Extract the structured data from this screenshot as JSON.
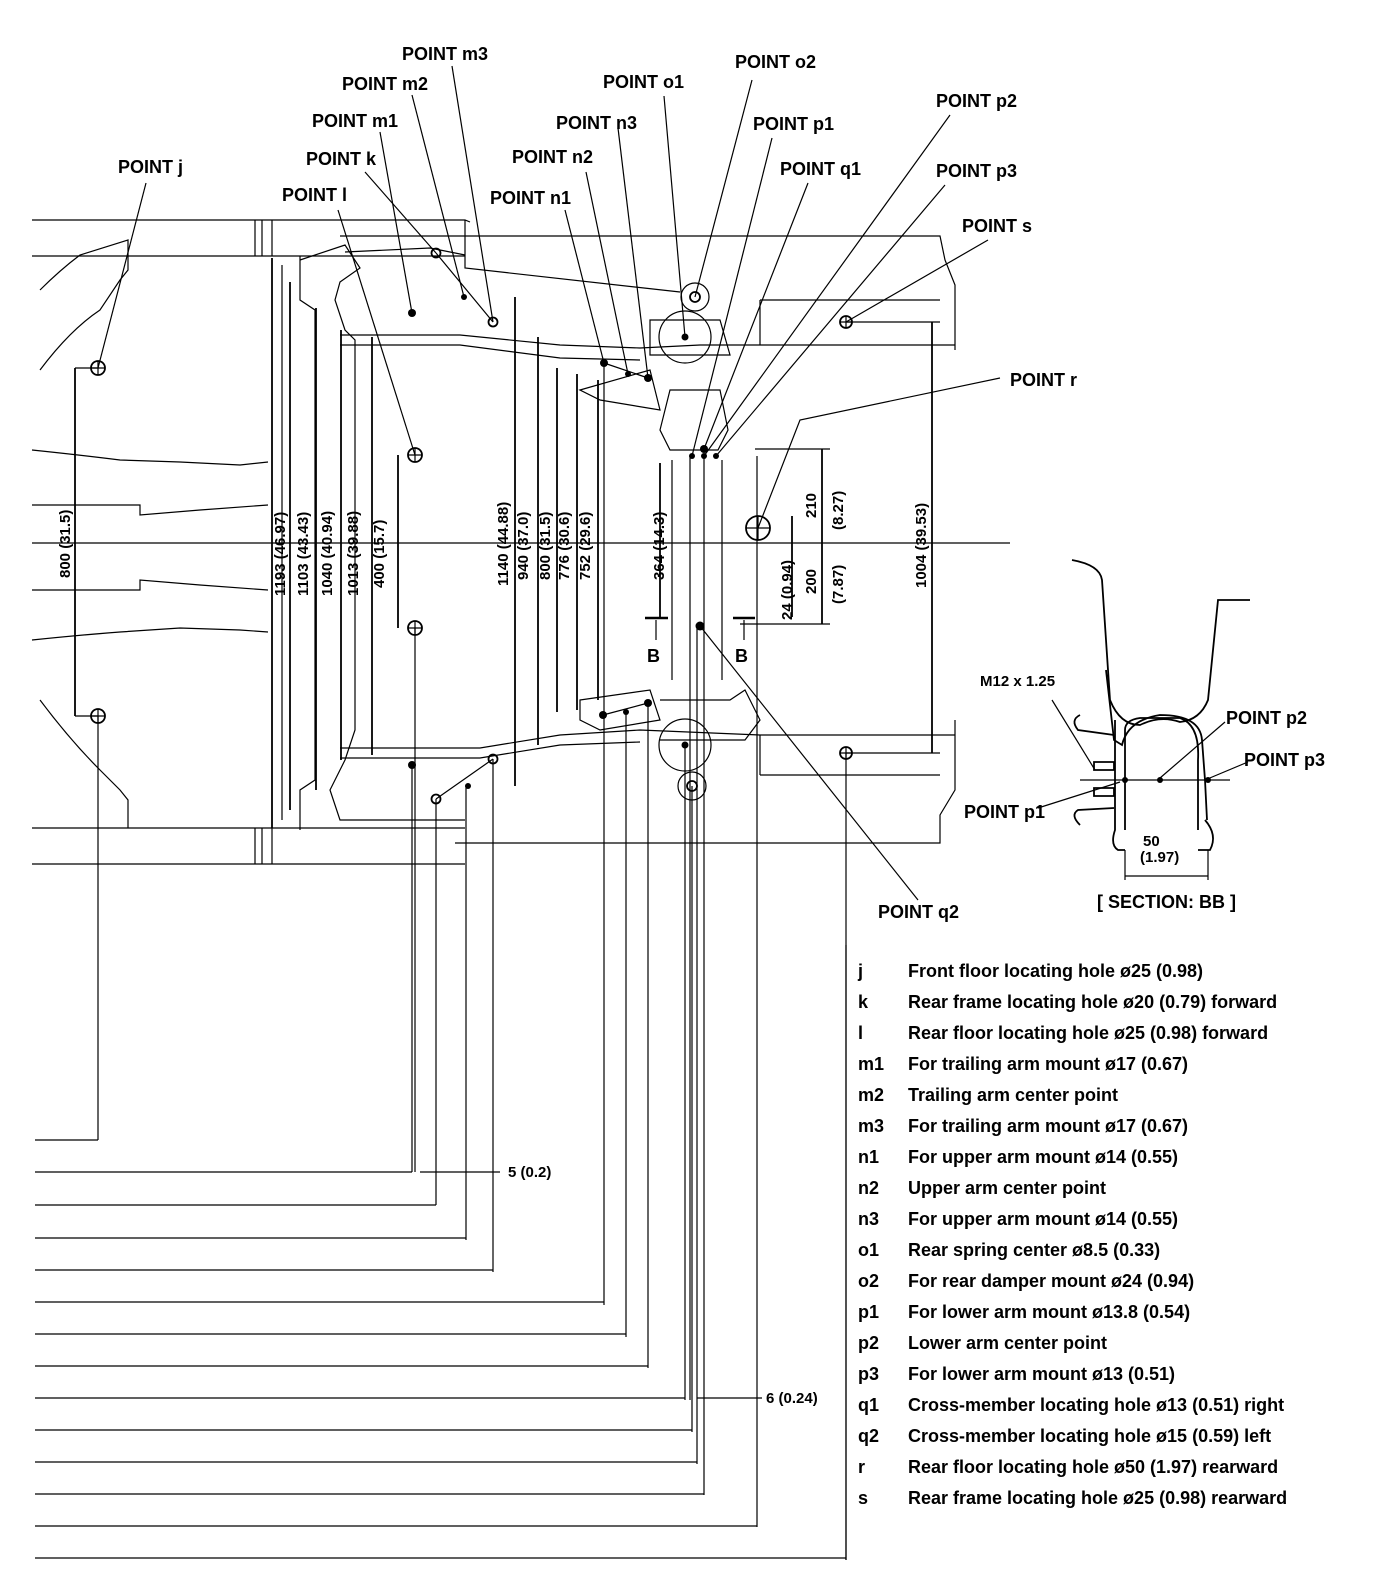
{
  "diagram": {
    "type": "frame dimension diagram (rear underbody)",
    "point_labels": {
      "j": "POINT j",
      "k": "POINT k",
      "l": "POINT l",
      "m1": "POINT m1",
      "m2": "POINT m2",
      "m3": "POINT m3",
      "n1": "POINT n1",
      "n2": "POINT n2",
      "n3": "POINT n3",
      "o1": "POINT o1",
      "o2": "POINT o2",
      "p1": "POINT p1",
      "p2": "POINT p2",
      "p3": "POINT p3",
      "q1": "POINT q1",
      "q2": "POINT q2",
      "r": "POINT r",
      "s": "POINT s"
    },
    "vertical_dimensions": [
      {
        "id": "d800a",
        "text": "800 (31.5)"
      },
      {
        "id": "d1193",
        "text": "1193 (46.97)"
      },
      {
        "id": "d1103",
        "text": "1103 (43.43)"
      },
      {
        "id": "d1040",
        "text": "1040 (40.94)"
      },
      {
        "id": "d1013",
        "text": "1013 (39.88)"
      },
      {
        "id": "d400",
        "text": "400 (15.7)"
      },
      {
        "id": "d1140",
        "text": "1140 (44.88)"
      },
      {
        "id": "d940",
        "text": "940 (37.0)"
      },
      {
        "id": "d800b",
        "text": "800 (31.5)"
      },
      {
        "id": "d776",
        "text": "776 (30.6)"
      },
      {
        "id": "d752",
        "text": "752 (29.6)"
      },
      {
        "id": "d364",
        "text": "364 (14.3)"
      },
      {
        "id": "d24",
        "text": "24 (0.94)"
      },
      {
        "id": "d210",
        "text": "210"
      },
      {
        "id": "d210in",
        "text": "(8.27)"
      },
      {
        "id": "d200",
        "text": "200"
      },
      {
        "id": "d200in",
        "text": "(7.87)"
      },
      {
        "id": "d1004",
        "text": "1004 (39.53)"
      }
    ],
    "horizontal_dimensions": {
      "offset_5": "5 (0.2)",
      "offset_6": "6 (0.24)"
    },
    "section_marks": {
      "left": "B",
      "right": "B"
    },
    "section": {
      "title": "[ SECTION: BB ]",
      "thread": "M12 x 1.25",
      "width_mm": "50",
      "width_in": "(1.97)",
      "p1": "POINT p1",
      "p2": "POINT p2",
      "p3": "POINT p3"
    }
  },
  "legend": [
    {
      "key": "j",
      "desc": "Front floor locating hole ø25 (0.98)"
    },
    {
      "key": "k",
      "desc": "Rear frame locating hole ø20 (0.79) forward"
    },
    {
      "key": "l",
      "desc": "Rear floor locating hole ø25 (0.98) forward"
    },
    {
      "key": "m1",
      "desc": "For trailing arm mount ø17 (0.67)"
    },
    {
      "key": "m2",
      "desc": "Trailing arm center point"
    },
    {
      "key": "m3",
      "desc": "For trailing arm mount ø17 (0.67)"
    },
    {
      "key": "n1",
      "desc": "For upper arm mount ø14 (0.55)"
    },
    {
      "key": "n2",
      "desc": "Upper arm center point"
    },
    {
      "key": "n3",
      "desc": "For upper arm mount ø14 (0.55)"
    },
    {
      "key": "o1",
      "desc": "Rear spring center ø8.5 (0.33)"
    },
    {
      "key": "o2",
      "desc": "For rear damper mount ø24 (0.94)"
    },
    {
      "key": "p1",
      "desc": "For lower arm mount ø13.8 (0.54)"
    },
    {
      "key": "p2",
      "desc": "Lower arm center point"
    },
    {
      "key": "p3",
      "desc": "For lower arm mount ø13 (0.51)"
    },
    {
      "key": "q1",
      "desc": "Cross-member locating hole ø13 (0.51) right"
    },
    {
      "key": "q2",
      "desc": "Cross-member locating hole ø15 (0.59) left"
    },
    {
      "key": "r",
      "desc": "Rear floor locating hole ø50 (1.97) rearward"
    },
    {
      "key": "s",
      "desc": "Rear frame locating hole ø25 (0.98) rearward"
    }
  ]
}
